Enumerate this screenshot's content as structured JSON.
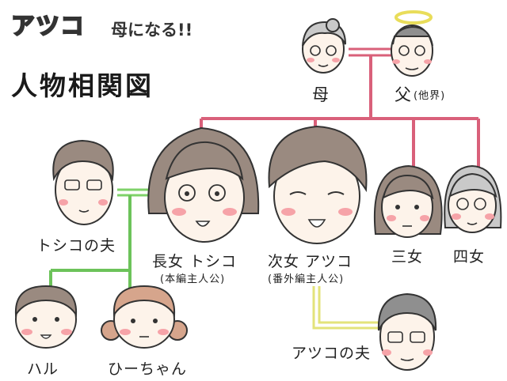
{
  "header": {
    "series_title": "アツコ",
    "series_title_sub": "母になる!!",
    "page_title": "人物相関図"
  },
  "people": {
    "mother": "母",
    "father": "父",
    "father_note": "(他界)",
    "eldest": "長女 トシコ",
    "eldest_note": "(本編主人公)",
    "second": "次女 アツコ",
    "second_note": "(番外編主人公)",
    "third": "三女",
    "fourth": "四女",
    "toshiko_husband": "トシコの夫",
    "atsuko_husband": "アツコの夫",
    "child1": "ハル",
    "child2": "ひーちゃん"
  },
  "colors": {
    "parent_line": "#d9607a",
    "couple_line": "#7fd26a",
    "atsuko_couple_line": "#e3e37a",
    "child_line": "#6cc35a",
    "skin": "#fdf3ea",
    "cheek": "#f6a3a8",
    "hair_brown": "#9a8a80",
    "hair_gray": "#8f8f8f",
    "hair_light": "#c9c9c9",
    "hair_child2": "#d6a58c",
    "halo": "#e9dd5a"
  }
}
